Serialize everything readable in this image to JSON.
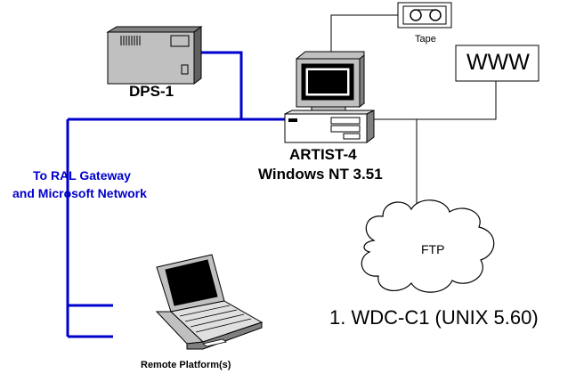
{
  "labels": {
    "dps": "DPS-1",
    "tape": "Tape",
    "www": "WWW",
    "artist_line1": "ARTIST-4",
    "artist_line2": "Windows NT 3.51",
    "gateway_line1": "To RAL Gateway",
    "gateway_line2": "and Microsoft Network",
    "ftp": "FTP",
    "wdc": "1. WDC-C1 (UNIX 5.60)",
    "remote": "Remote Platform(s)"
  },
  "colors": {
    "network_blue": "#0000cc",
    "gateway_text_blue": "#0000cc",
    "device_grey": "#c0c0c0",
    "screen_black": "#000000",
    "line_black": "#000000"
  },
  "icons": {
    "dps": "rack-device-icon",
    "tape": "tape-drive-icon",
    "artist": "desktop-computer-icon",
    "ftp": "cloud-icon",
    "remote": "laptop-icon"
  }
}
